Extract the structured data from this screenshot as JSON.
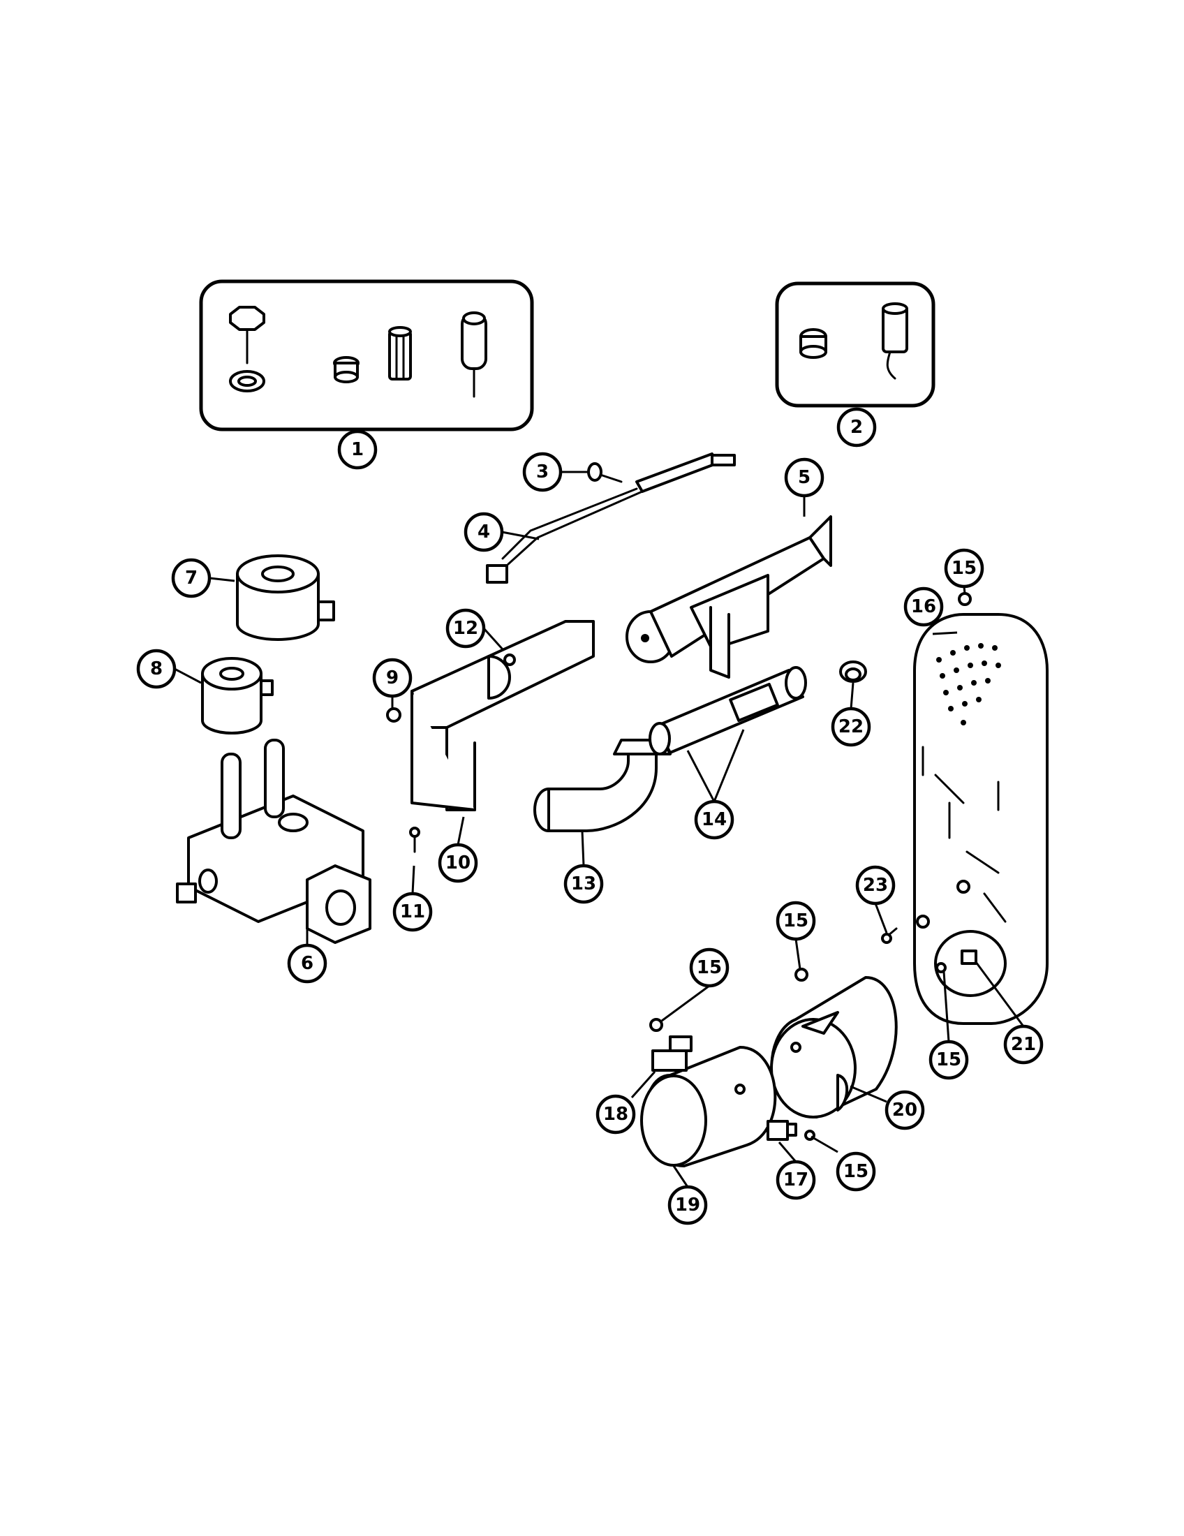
{
  "callouts": [
    {
      "id": "c1",
      "label": "1"
    },
    {
      "id": "c2",
      "label": "2"
    },
    {
      "id": "c3",
      "label": "3"
    },
    {
      "id": "c4",
      "label": "4"
    },
    {
      "id": "c5",
      "label": "5"
    },
    {
      "id": "c6",
      "label": "6"
    },
    {
      "id": "c7",
      "label": "7"
    },
    {
      "id": "c8",
      "label": "8"
    },
    {
      "id": "c9",
      "label": "9"
    },
    {
      "id": "c10",
      "label": "10"
    },
    {
      "id": "c11",
      "label": "11"
    },
    {
      "id": "c12",
      "label": "12"
    },
    {
      "id": "c13",
      "label": "13"
    },
    {
      "id": "c14",
      "label": "14"
    },
    {
      "id": "c15a",
      "label": "15"
    },
    {
      "id": "c15b",
      "label": "15"
    },
    {
      "id": "c15c",
      "label": "15"
    },
    {
      "id": "c15d",
      "label": "15"
    },
    {
      "id": "c15e",
      "label": "15"
    },
    {
      "id": "c16",
      "label": "16"
    },
    {
      "id": "c17",
      "label": "17"
    },
    {
      "id": "c18",
      "label": "18"
    },
    {
      "id": "c19",
      "label": "19"
    },
    {
      "id": "c20",
      "label": "20"
    },
    {
      "id": "c21",
      "label": "21"
    },
    {
      "id": "c22",
      "label": "22"
    },
    {
      "id": "c23",
      "label": "23"
    }
  ]
}
